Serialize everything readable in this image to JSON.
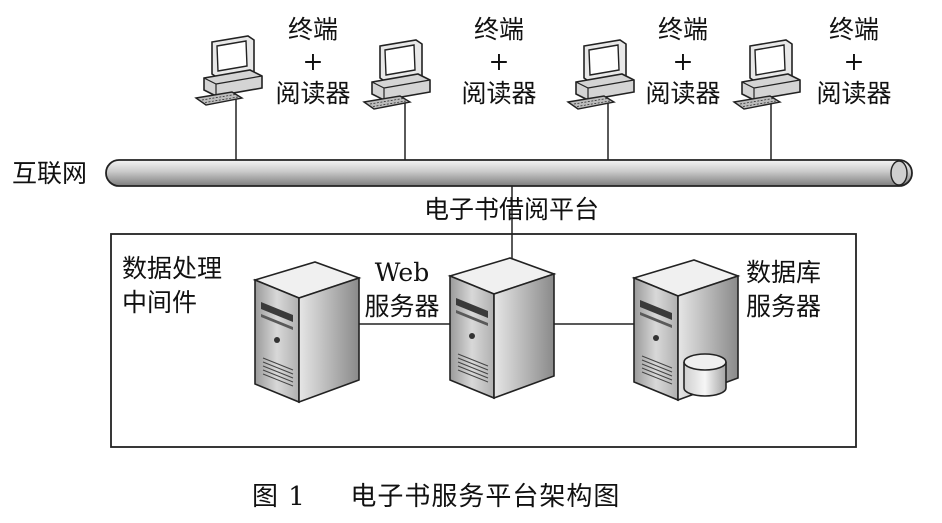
{
  "network": {
    "label": "互联网"
  },
  "platform": {
    "label": "电子书借阅平台"
  },
  "terminals": [
    {
      "line1": "终端",
      "line2": "+",
      "line3": "阅读器"
    },
    {
      "line1": "终端",
      "line2": "+",
      "line3": "阅读器"
    },
    {
      "line1": "终端",
      "line2": "+",
      "line3": "阅读器"
    },
    {
      "line1": "终端",
      "line2": "+",
      "line3": "阅读器"
    }
  ],
  "servers": {
    "middleware": {
      "line1": "数据处理",
      "line2": "中间件"
    },
    "web": {
      "line1": "Web",
      "line2": "服务器"
    },
    "database": {
      "line1": "数据库",
      "line2": "服务器"
    }
  },
  "caption": {
    "figure": "图 1",
    "title": "电子书服务平台架构图"
  }
}
